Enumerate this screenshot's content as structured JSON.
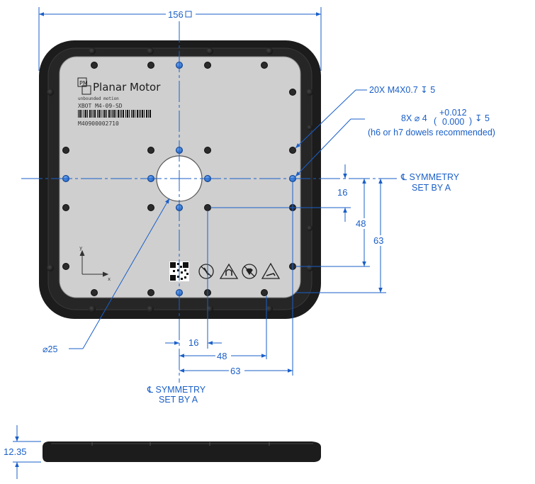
{
  "top_view": {
    "width_dim": "156",
    "brand_logo": "PM",
    "brand_name": "Planar Motor",
    "tagline": "unbounded motion",
    "model": "XBOT M4-09-SD",
    "serial": "M40900002710",
    "axis_y": "y",
    "axis_x": "x"
  },
  "callouts": {
    "thread_note": "20X M4X0.7 ↧ 5",
    "dowel_prefix": "8X ⌀ 4",
    "tol_plus": "+0.012",
    "tol_minus": "0.000",
    "dowel_depth": "↧ 5",
    "dowel_note": "(h6 or h7 dowels recommended)",
    "symmetry_right_1": "℄ SYMMETRY",
    "symmetry_right_2": "SET BY A",
    "symmetry_bottom_1": "℄ SYMMETRY",
    "symmetry_bottom_2": "SET BY A",
    "center_hole_dia": "⌀25"
  },
  "dimensions": {
    "v16": "16",
    "v48": "48",
    "v63": "63",
    "h16": "16",
    "h48": "48",
    "h63": "63"
  },
  "side_view": {
    "height_dim": "12.35"
  },
  "colors": {
    "dimension_line": "#1a5fc8",
    "frame": "#1c1c1c",
    "plate": "#cfcfcf",
    "hole": "#2a6fd6"
  }
}
